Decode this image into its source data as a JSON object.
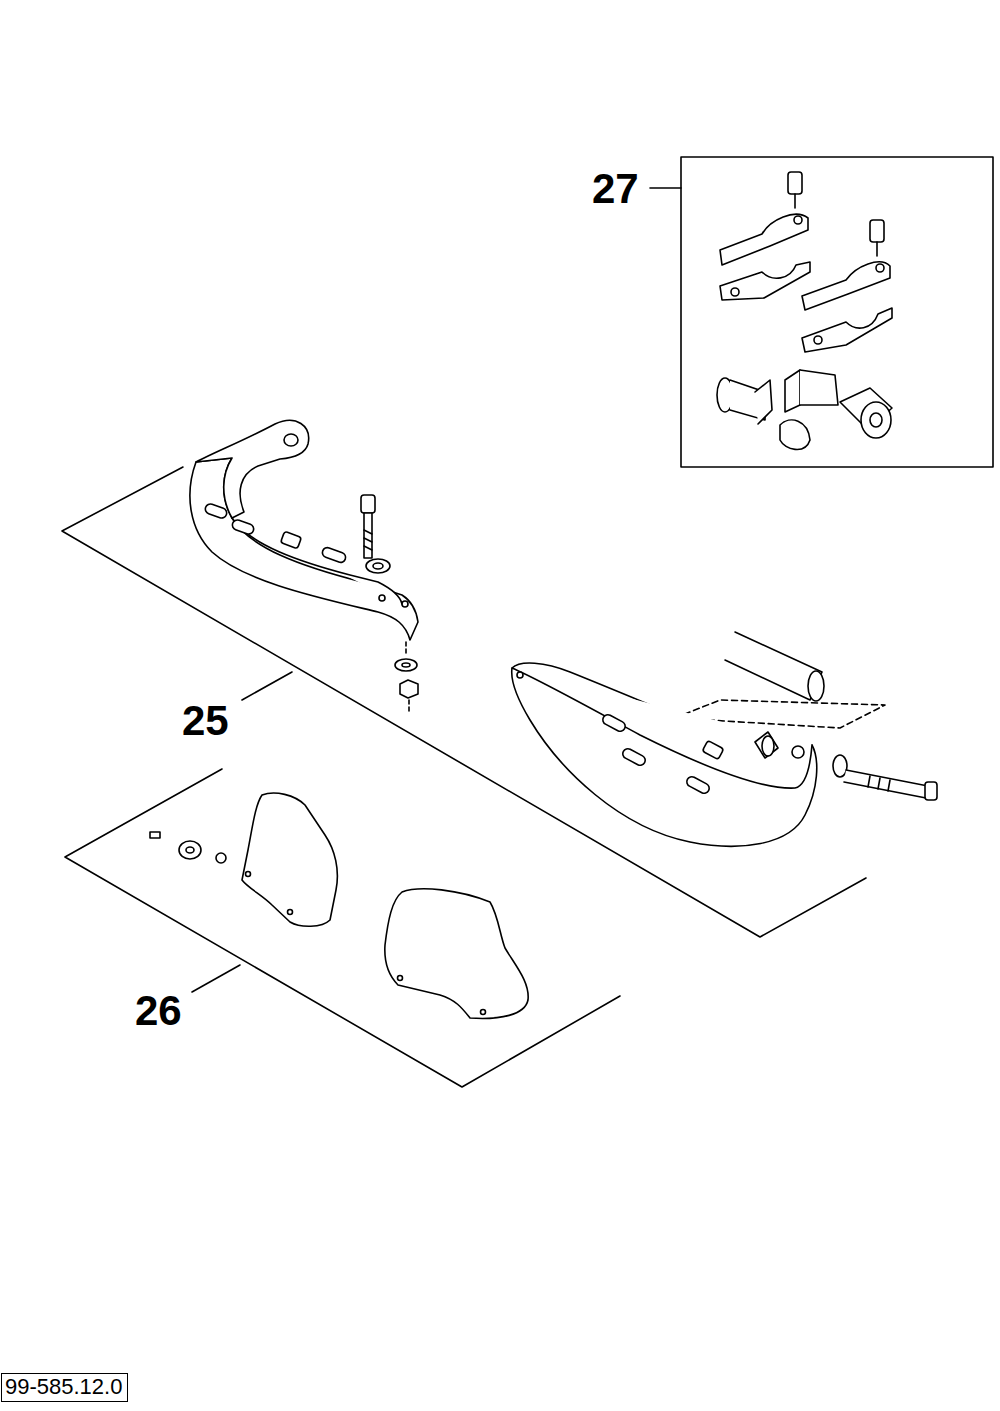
{
  "diagram": {
    "nodes": [
      {
        "text": [
          "99-585.12.0"
        ]
      }
    ],
    "edges": [],
    "labels": [
      "27",
      "25",
      "26"
    ]
  }
}
